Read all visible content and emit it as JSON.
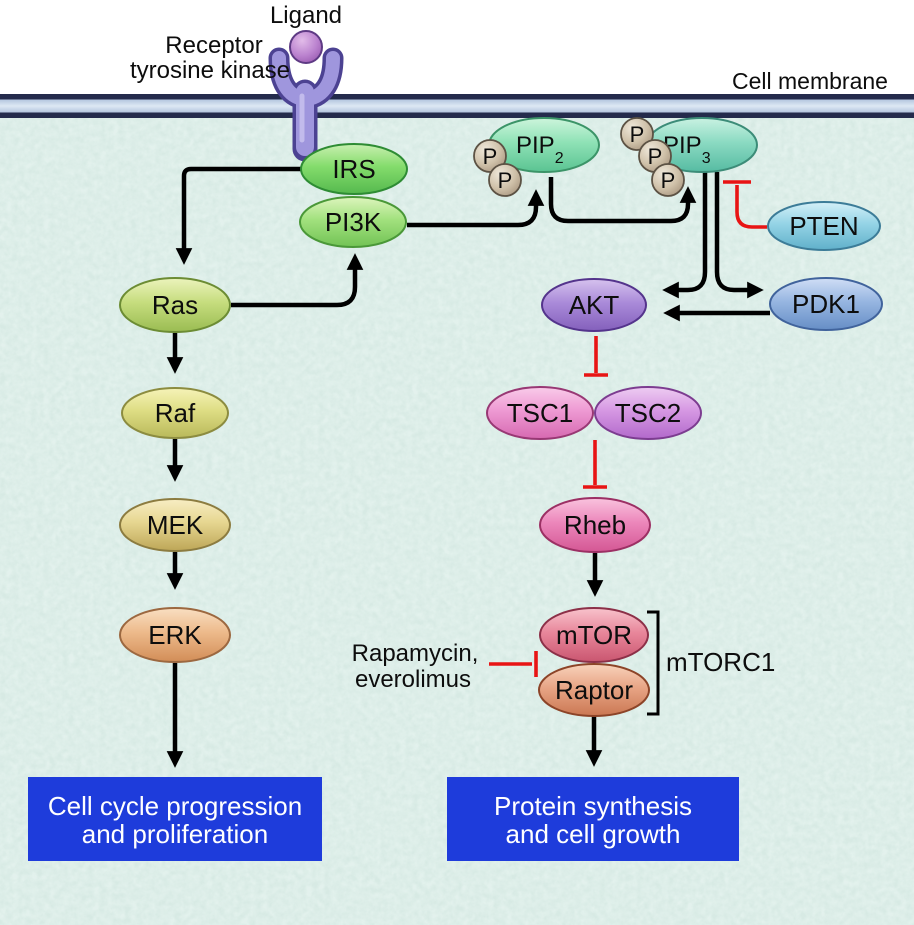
{
  "labels": {
    "ligand": "Ligand",
    "receptor_line1": "Receptor",
    "receptor_line2": "tyrosine kinase",
    "cell_membrane": "Cell membrane",
    "mtorc1": "mTORC1",
    "rapamycin_line1": "Rapamycin,",
    "rapamycin_line2": "everolimus"
  },
  "nodes": {
    "irs": "IRS",
    "pi3k": "PI3K",
    "ras": "Ras",
    "raf": "Raf",
    "mek": "MEK",
    "erk": "ERK",
    "pip2": {
      "base": "PIP",
      "sub": "2"
    },
    "pip3": {
      "base": "PIP",
      "sub": "3"
    },
    "p": "P",
    "pten": "PTEN",
    "pdk1": "PDK1",
    "akt": "AKT",
    "tsc1": "TSC1",
    "tsc2": "TSC2",
    "rheb": "Rheb",
    "mtor": "mTOR",
    "raptor": "Raptor"
  },
  "outcomes": {
    "left_line1": "Cell cycle progression",
    "left_line2": "and proliferation",
    "right_line1": "Protein synthesis",
    "right_line2": "and cell growth"
  },
  "colors": {
    "activation_arrow": "#000000",
    "inhibition_red": "#e81414",
    "outcome_box_blue": "#1e3cdb",
    "membrane_dark": "#242b4c",
    "cytoplasm": "#d7eae4",
    "extracellular": "#ffffff"
  }
}
